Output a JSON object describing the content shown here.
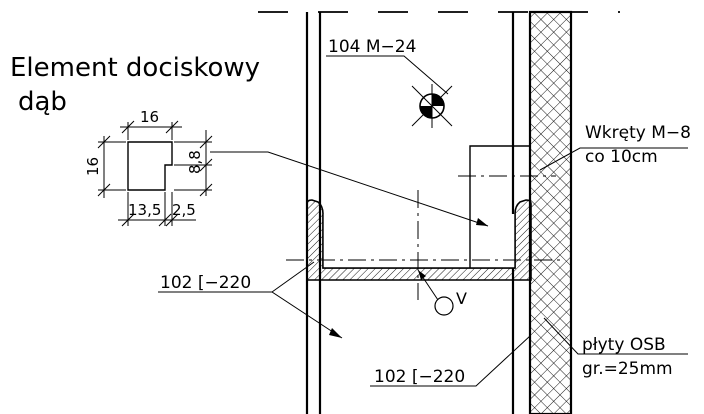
{
  "title": {
    "line1": "Element dociskowy",
    "line2": "dąb"
  },
  "labels": {
    "top_item": "104 M−24",
    "screws_line1": "Wkręty M−8",
    "screws_line2": "co 10cm",
    "channel_left": "102 [−220",
    "channel_bottom": "102 [−220",
    "osb_line1": "płyty OSB",
    "osb_line2": "gr.=25mm",
    "level_mark": "V"
  },
  "dimensions": {
    "width_top": "16",
    "height_left": "16",
    "notch_height": "8,8",
    "bottom_left": "13,5",
    "bottom_right": "2,5"
  }
}
